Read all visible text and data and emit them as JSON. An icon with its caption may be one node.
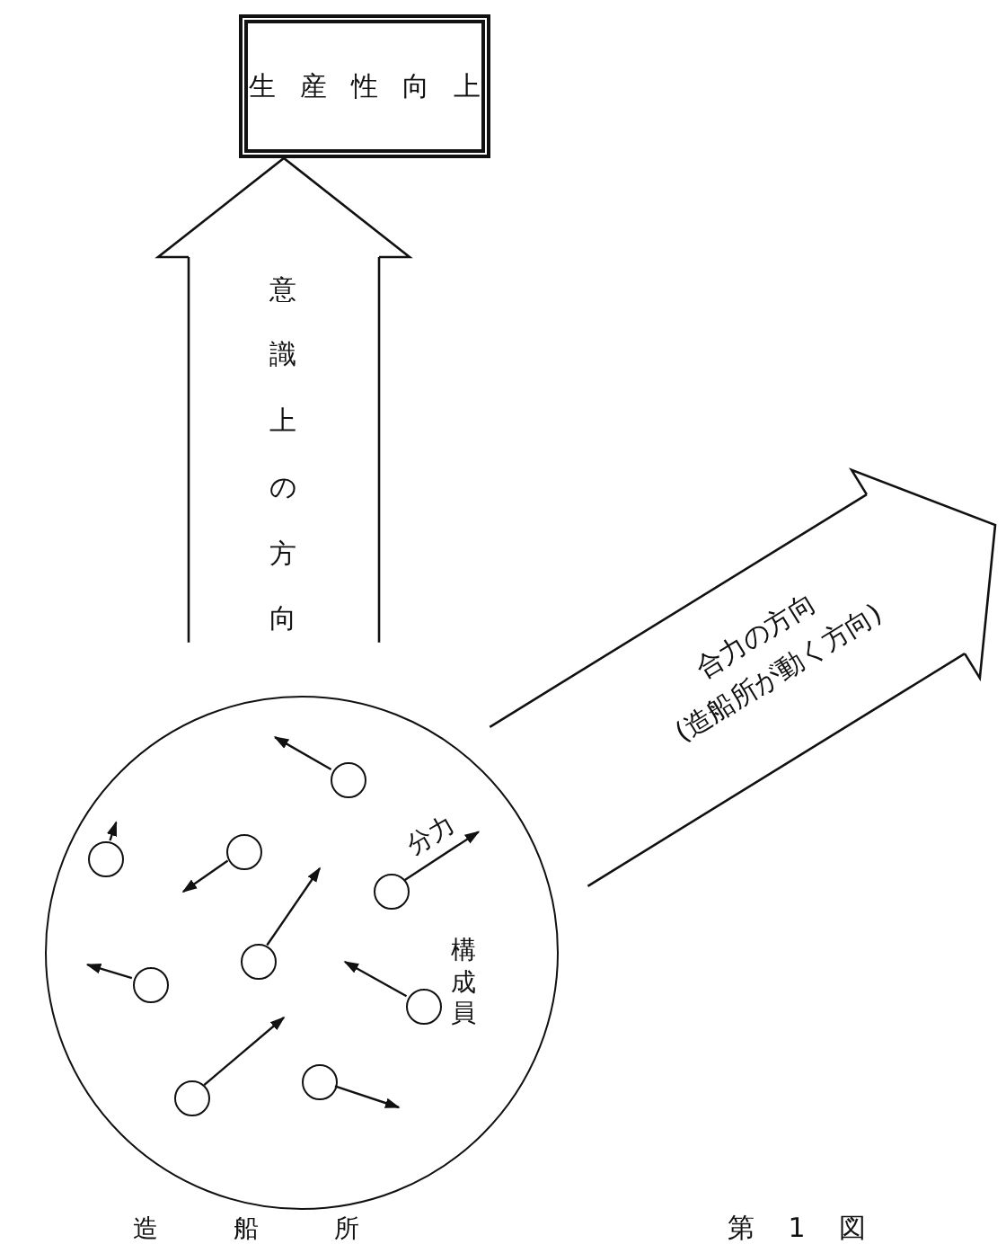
{
  "diagram": {
    "caption": "第 1 図",
    "nodes": [
      {
        "text": [
          "生産性向上"
        ]
      },
      {
        "text": [
          "造船所"
        ]
      },
      {
        "text": [],
        "shape": "circle",
        "in": 1
      },
      {
        "text": [],
        "shape": "circle",
        "in": 1
      },
      {
        "text": [],
        "shape": "circle",
        "in": 1
      },
      {
        "text": [],
        "shape": "circle",
        "in": 1
      },
      {
        "text": [],
        "shape": "circle",
        "in": 1
      },
      {
        "text": [],
        "shape": "circle",
        "in": 1
      },
      {
        "text": [],
        "shape": "circle",
        "in": 1,
        "beside": [
          "構成員"
        ]
      },
      {
        "text": [],
        "shape": "circle",
        "in": 1
      },
      {
        "text": [],
        "shape": "circle",
        "in": 1
      }
    ],
    "edges": [
      {
        "from": 1,
        "to": 0,
        "arrow": "to",
        "label": "意識上の方向"
      },
      {
        "from": 1,
        "to": null,
        "arrow": "to",
        "label": "合力の方向 (造船所が動く方向)"
      }
    ],
    "labels": [
      "分力"
    ]
  }
}
